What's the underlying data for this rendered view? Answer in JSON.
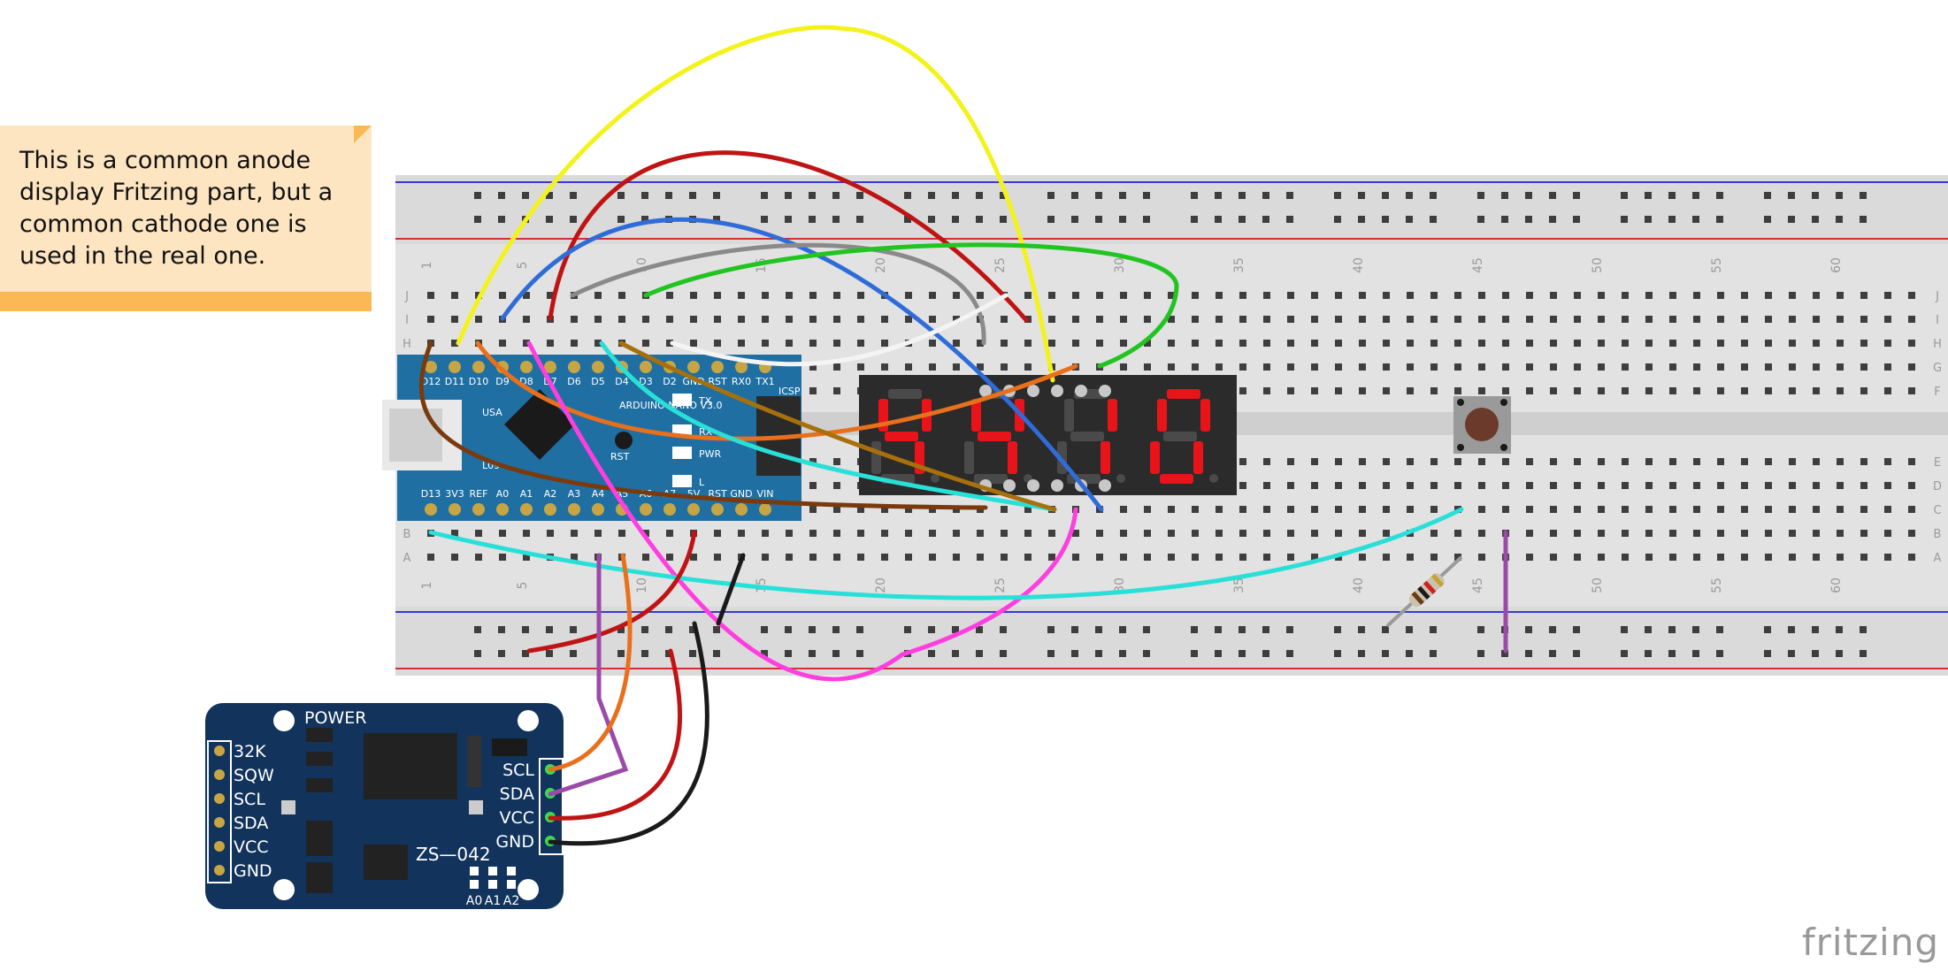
{
  "note": {
    "text": "This is a common anode display Fritzing part, but a common cathode one is used in the real one."
  },
  "breadboard": {
    "column_numbers": [
      "1",
      "5",
      "10",
      "15",
      "20",
      "25",
      "30",
      "35",
      "40",
      "45",
      "50",
      "55",
      "60"
    ],
    "row_letters_top": [
      "J",
      "I",
      "H",
      "G",
      "F"
    ],
    "row_letters_bottom": [
      "E",
      "D",
      "C",
      "B",
      "A"
    ]
  },
  "arduino": {
    "model_text": "ARDUINO NANO V3.0",
    "top_pins": [
      "D12",
      "D11",
      "D10",
      "D9",
      "D8",
      "D7",
      "D6",
      "D5",
      "D4",
      "D3",
      "D2",
      "GND",
      "RST",
      "RX0",
      "TX1"
    ],
    "bottom_pins": [
      "D13",
      "3V3",
      "REF",
      "A0",
      "A1",
      "A2",
      "A3",
      "A4",
      "A5",
      "A6",
      "A7",
      "5V",
      "RST",
      "GND",
      "VIN"
    ],
    "labels": [
      "TX",
      "RX",
      "PWR",
      "L",
      "RST",
      "ICSP",
      "USA",
      "L09"
    ]
  },
  "display": {
    "digits": [
      "4",
      "4",
      "1",
      "0"
    ]
  },
  "rtc_module": {
    "left_pins": [
      "32K",
      "SQW",
      "SCL",
      "SDA",
      "VCC",
      "GND"
    ],
    "right_pins": [
      "SCL",
      "SDA",
      "VCC",
      "GND"
    ],
    "power_label": "POWER",
    "model": "ZS—042",
    "address_labels": [
      "A0",
      "A1",
      "A2"
    ]
  },
  "brand": "fritzing",
  "colors": {
    "breadboard": "#e2e2e2",
    "note_body": "#fde5c2",
    "note_bar": "#fbb954",
    "arduino_board": "#1f6fa3",
    "rtc_board": "#12345c",
    "display_segment_on": "#e8141a",
    "display_segment_off": "#4a4a4a",
    "wire_yellow": "#f3f31b",
    "wire_red": "#c01414",
    "wire_blue": "#2f6cd8",
    "wire_gray": "#8a8a8a",
    "wire_white": "#f4f4f4",
    "wire_green": "#21c421",
    "wire_orange": "#e8701c",
    "wire_brown": "#7a3a0e",
    "wire_cyan": "#28e0d8",
    "wire_magenta": "#ff3ee0",
    "wire_olive": "#a8700c",
    "wire_purple": "#9a4aa8",
    "wire_black": "#1a1a1a"
  }
}
